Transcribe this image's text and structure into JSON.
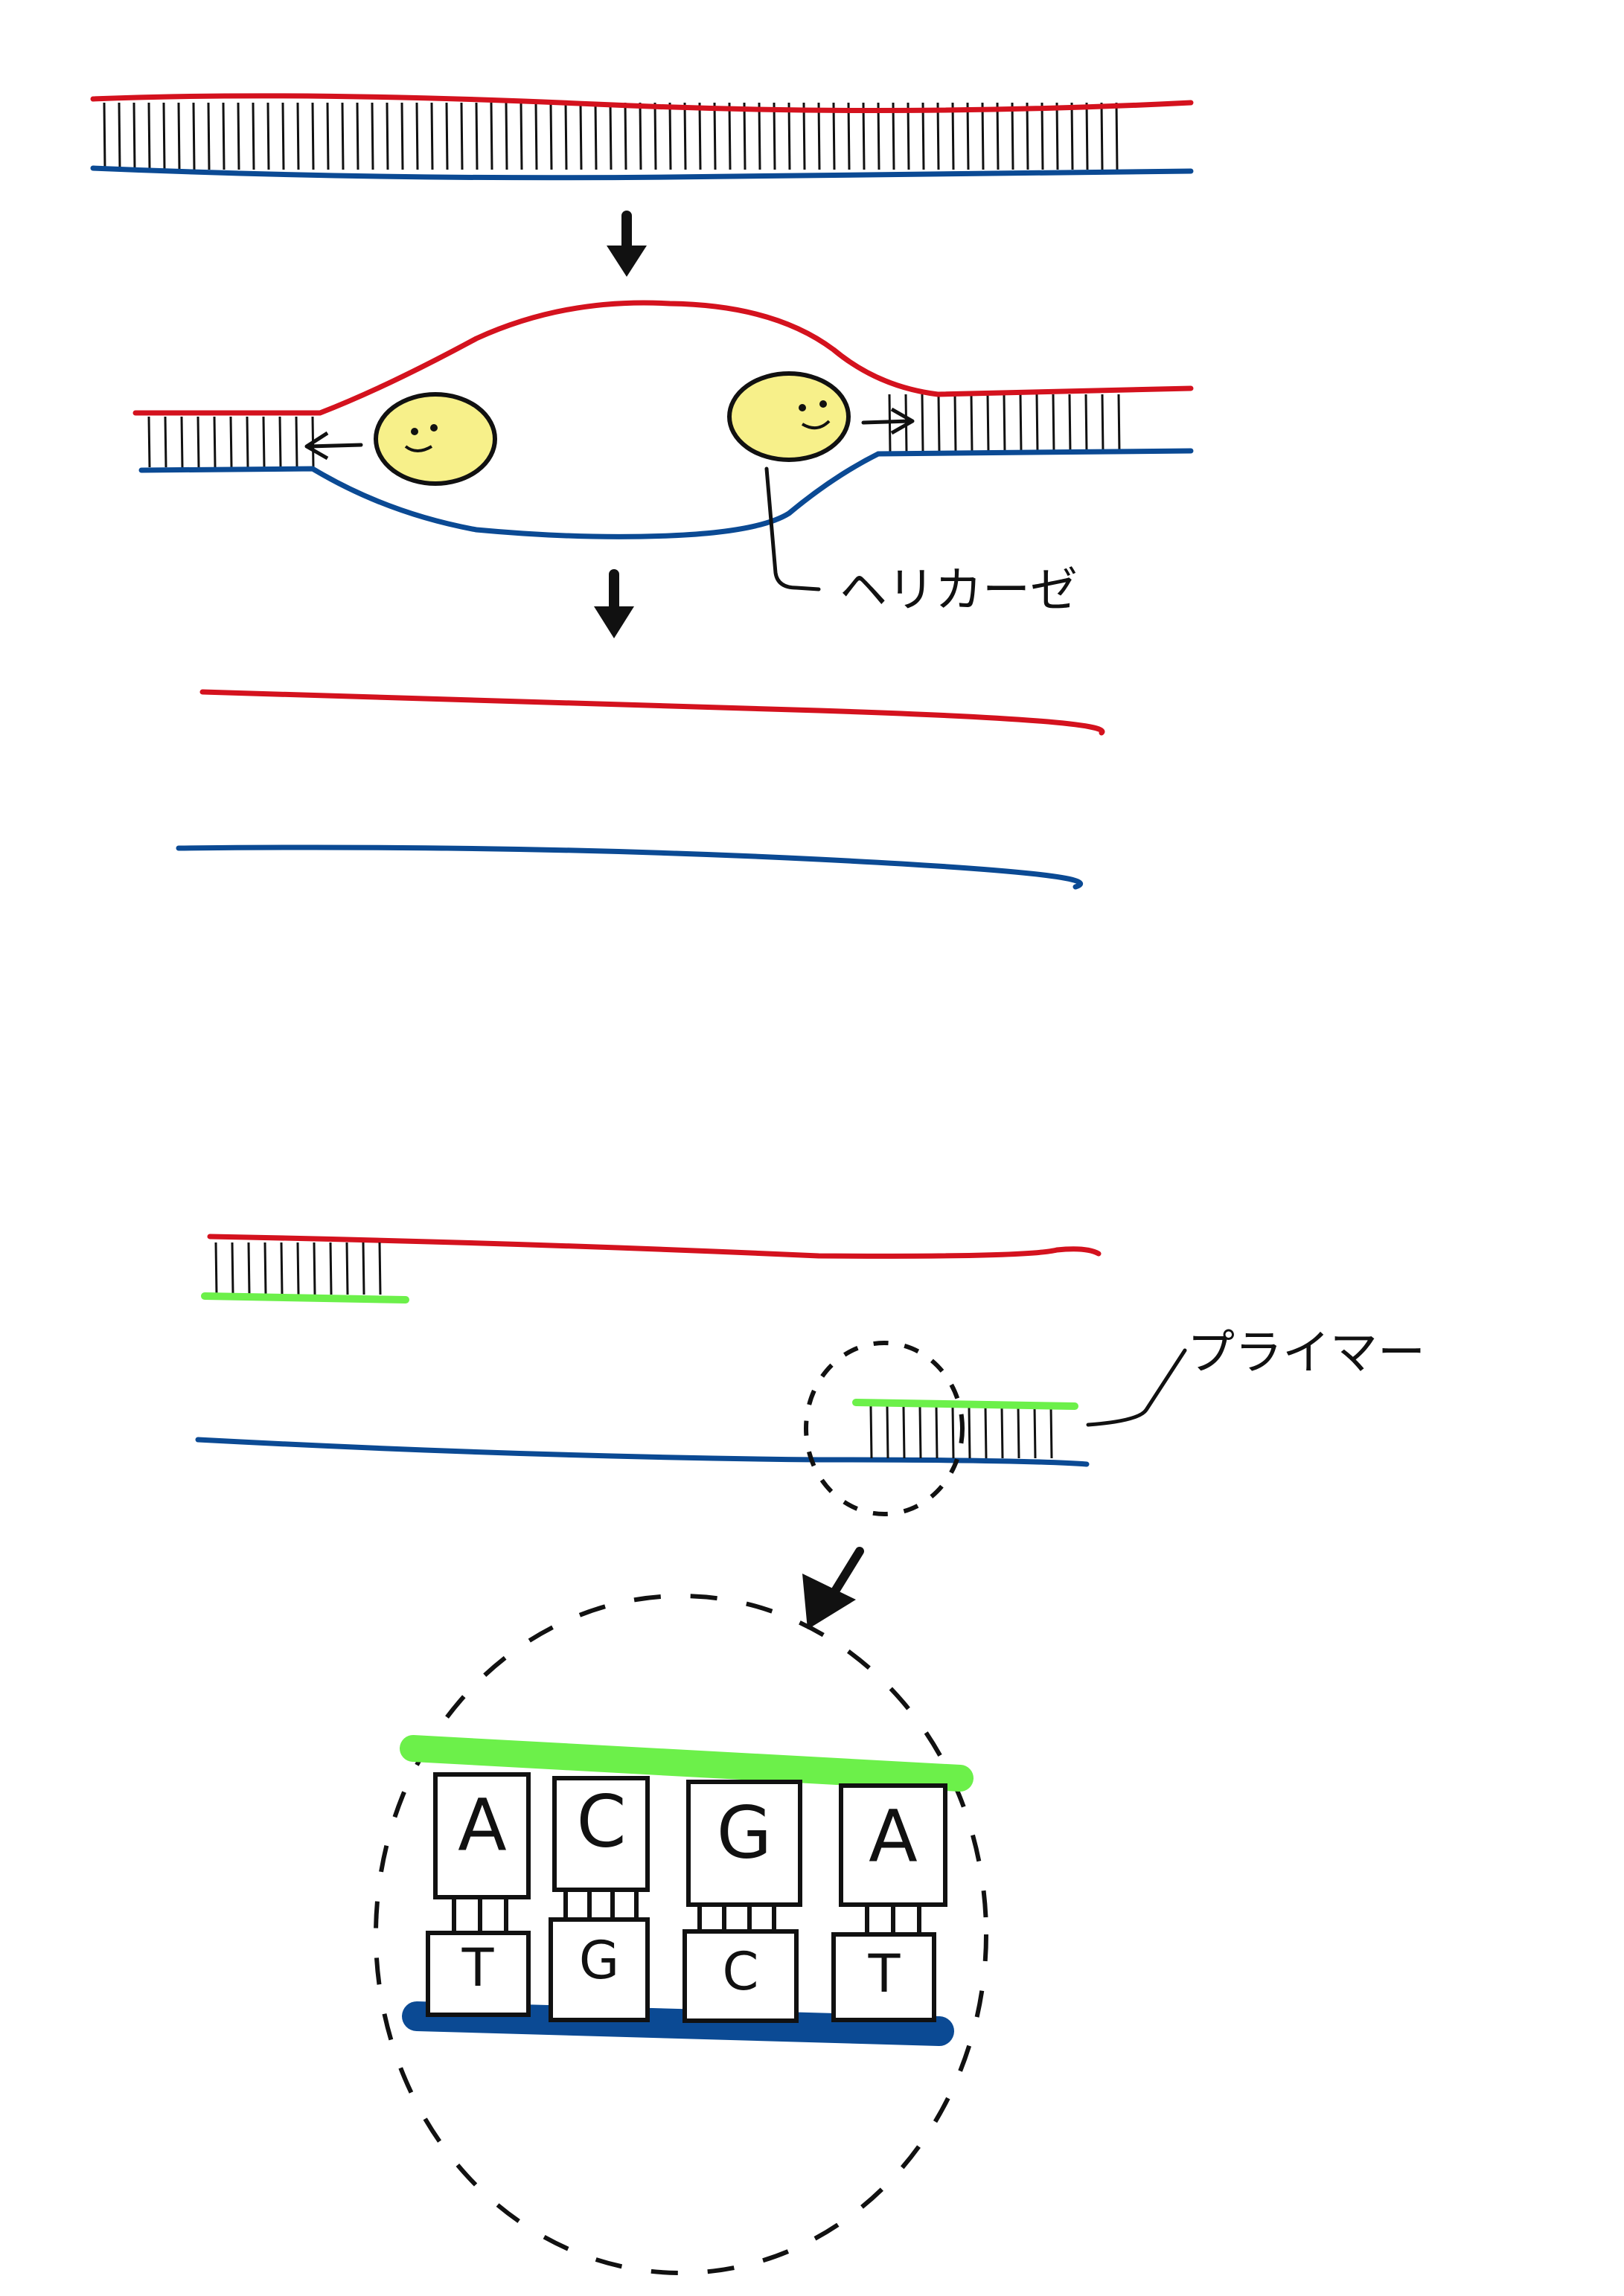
{
  "labels": {
    "helicase": "ヘリカーゼ",
    "primer": "プライマー"
  },
  "colors": {
    "template_top": "#d4121e",
    "template_bottom": "#0b4a94",
    "primer": "#6cf04a",
    "helicase_fill": "#f7f08a"
  },
  "zoom": {
    "primer_bases": [
      "A",
      "C",
      "G",
      "A"
    ],
    "template_bases": [
      "T",
      "G",
      "C",
      "T"
    ]
  }
}
